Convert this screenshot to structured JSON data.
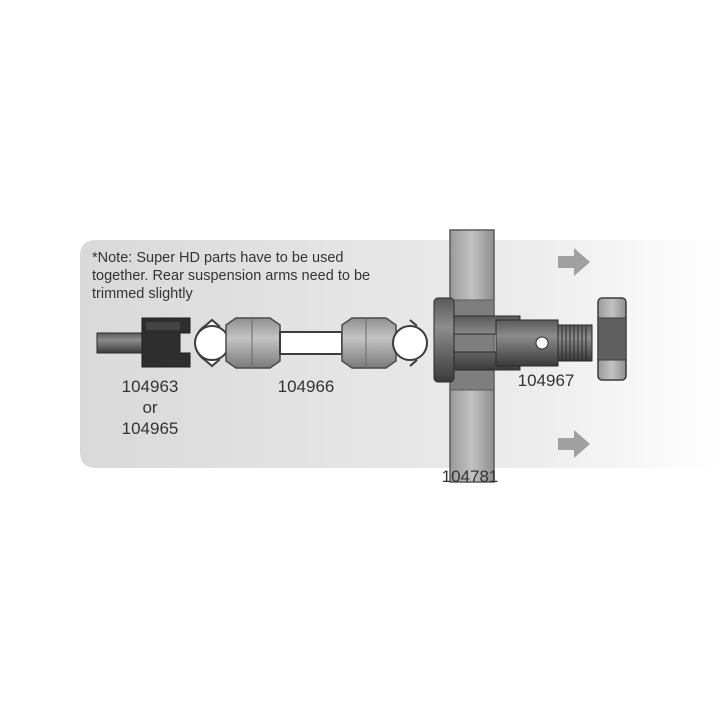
{
  "note": {
    "lines": [
      "*Note: Super HD parts have to be used",
      "together. Rear suspension arms need to be",
      "trimmed slightly"
    ]
  },
  "parts": {
    "outdrive": {
      "line1": "104963",
      "line2": "or",
      "line3": "104965"
    },
    "driveshaft": "104966",
    "hub": "104781",
    "axle": "104967"
  },
  "colors": {
    "panel": "#e6e6e6",
    "part_dark": "#3c3c3c",
    "part_mid": "#7f7f7f",
    "part_light": "#a8a8a8",
    "arrow": "#a0a0a0",
    "text": "#333333"
  },
  "icons": [
    "arrow-right-icon",
    "arrow-right-icon"
  ]
}
